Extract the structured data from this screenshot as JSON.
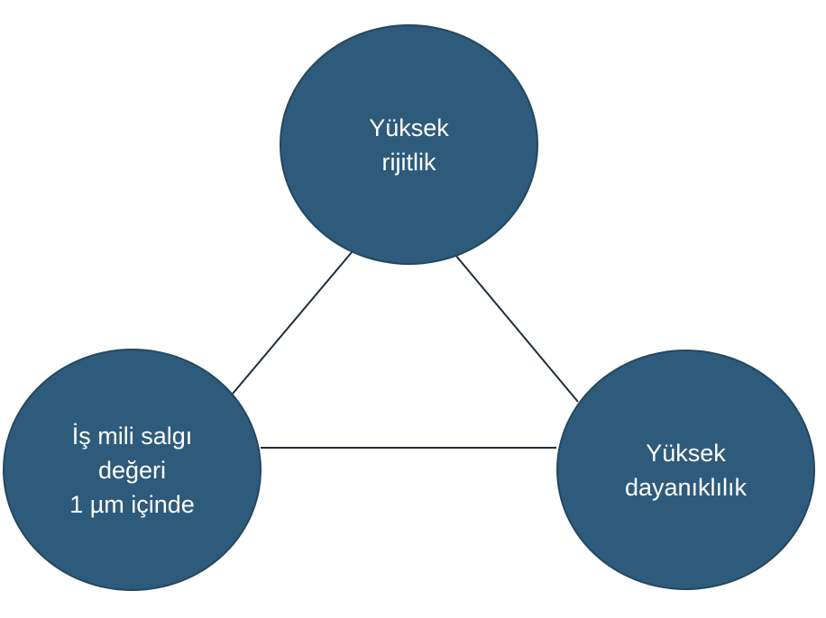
{
  "colors": {
    "node_fill": "#2E5B7C",
    "edge": "#1F2D3D",
    "text": "#FFFFFF"
  },
  "nodes": {
    "top": {
      "lines": [
        "Yüksek",
        "rijitlik"
      ]
    },
    "left": {
      "lines": [
        "İş mili salgı",
        "değeri",
        "1 µm içinde"
      ]
    },
    "right": {
      "lines": [
        "Yüksek",
        "dayanıklılık"
      ]
    }
  },
  "edges": [
    {
      "from": "top",
      "to": "left"
    },
    {
      "from": "top",
      "to": "right"
    },
    {
      "from": "left",
      "to": "right"
    }
  ]
}
